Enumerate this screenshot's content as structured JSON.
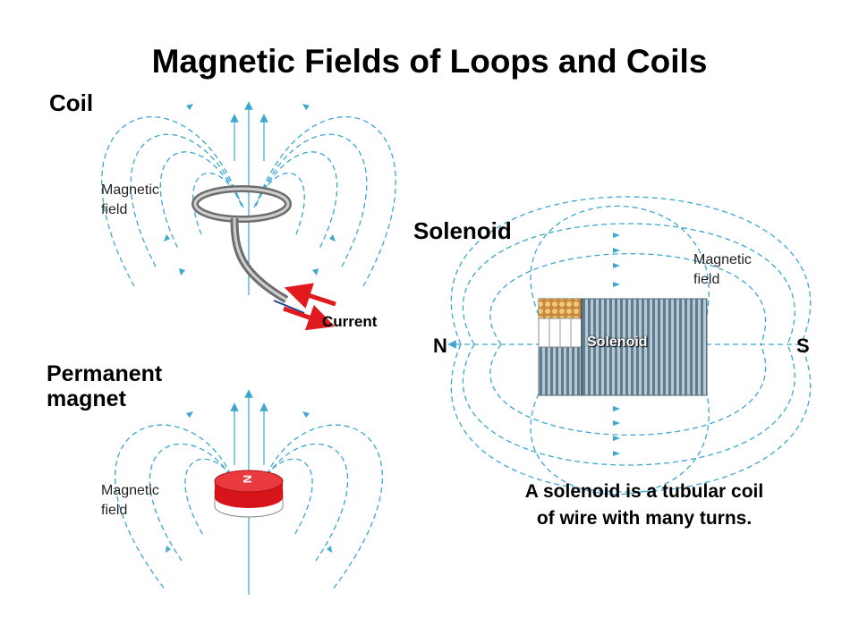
{
  "title": "Magnetic Fields of Loops and Coils",
  "coil": {
    "heading": "Coil",
    "field_label_1": "Magnetic",
    "field_label_2": "field",
    "current_label": "Current"
  },
  "magnet": {
    "heading_1": "Permanent",
    "heading_2": "magnet",
    "field_label_1": "Magnetic",
    "field_label_2": "field",
    "pole_letter": "N"
  },
  "solenoid": {
    "heading": "Solenoid",
    "body_label": "Solenoid",
    "field_label_1": "Magnetic",
    "field_label_2": "field",
    "pole_left": "N",
    "pole_right": "S"
  },
  "caption_1": "A solenoid is a tubular coil",
  "caption_2": "of wire with many turns.",
  "colors": {
    "field": "#3da7d0",
    "current": "#e0191c",
    "magnet_red": "#d8141b"
  }
}
